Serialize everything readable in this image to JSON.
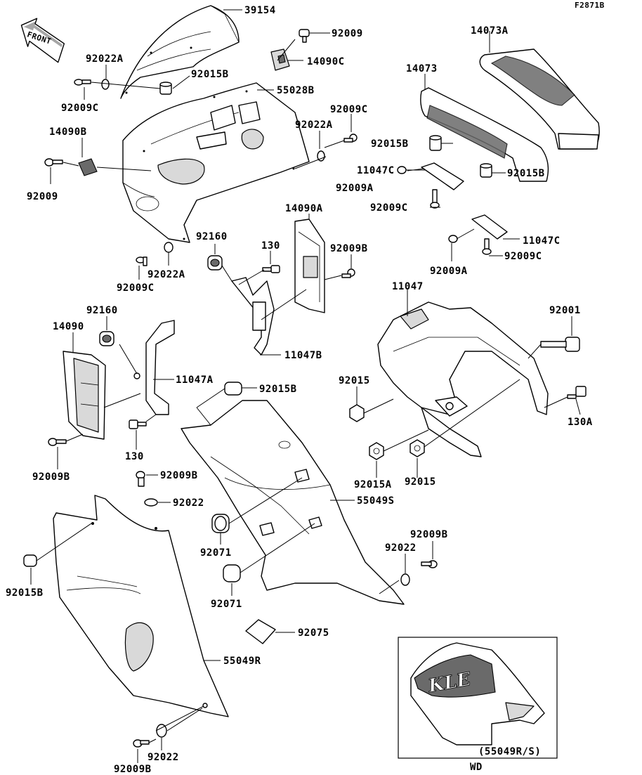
{
  "figure_code": "F2871B",
  "front_sign": "FRONT",
  "labels": {
    "p39154": "39154",
    "p92009_top": "92009",
    "p14090C": "14090C",
    "p14073A": "14073A",
    "p92022A_1": "92022A",
    "p92015B_1": "92015B",
    "p55028B": "55028B",
    "p14073": "14073",
    "p92009C_1": "92009C",
    "p92009C_2": "92009C",
    "p14090B": "14090B",
    "p92022A_2": "92022A",
    "p92015B_2": "92015B",
    "p92009_left": "92009",
    "p11047C_1": "11047C",
    "p92009A_1": "92009A",
    "p92015B_3": "92015B",
    "p92009C_3": "92009C",
    "p14090A": "14090A",
    "p92160_1": "92160",
    "p130_1": "130",
    "p92009B_1": "92009B",
    "p11047C_2": "11047C",
    "p92009C_4": "92009C",
    "p92009A_2": "92009A",
    "p92009C_5": "92009C",
    "p92022A_3": "92022A",
    "p11047": "11047",
    "p92160_2": "92160",
    "p92001": "92001",
    "p14090": "14090",
    "p11047B": "11047B",
    "p11047A": "11047A",
    "p92015B_4": "92015B",
    "p92015_1": "92015",
    "p130_2": "130",
    "p130A": "130A",
    "p92009B_2": "92009B",
    "p92009B_3": "92009B",
    "p92015A": "92015A",
    "p92015_2": "92015",
    "p55049S": "55049S",
    "p92022_1": "92022",
    "p92009B_4": "92009B",
    "p92015B_5": "92015B",
    "p92071_1": "92071",
    "p92022_2": "92022",
    "p92071_2": "92071",
    "p92075": "92075",
    "p55049R": "55049R",
    "p92022_3": "92022",
    "p92009B_5": "92009B"
  },
  "inset": {
    "caption": "(55049R/S)",
    "model": "WD",
    "decal": "KLE"
  }
}
